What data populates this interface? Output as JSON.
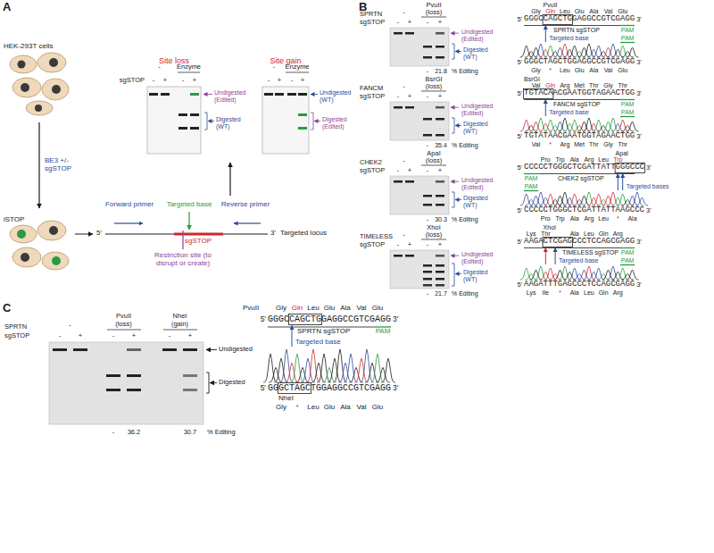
{
  "diagram": {
    "nodes": [
      {
        "text": [
          "HEK-293T cells"
        ]
      },
      {
        "text": [
          "iSTOP"
        ]
      },
      {
        "text": [
          "Site loss"
        ]
      },
      {
        "text": [
          "Site gain"
        ]
      }
    ],
    "edges": [
      {
        "from": 0,
        "to": 1,
        "arrow": "to",
        "label": "BE3 +/- sgSTOP"
      }
    ],
    "labels": [
      "A",
      "-",
      "Enzyme",
      "sgSTOP",
      "-",
      "+",
      "-",
      "+",
      "Undigested (Edited)",
      "Digested (WT)",
      "-",
      "Enzyme",
      "-",
      "+",
      "-",
      "+",
      "Undigested (WT)",
      "Digested (Edited)",
      "Forward primer",
      "Targeted base",
      "Reverse primer",
      "5'",
      "sgSTOP",
      "3'",
      "Targeted locus",
      "Restriction site (to disrupt or create)",
      "B",
      "SPRTN",
      "sgSTOP",
      "-",
      "PvuII",
      "(loss)",
      "-",
      "+",
      "-",
      "+",
      "Undigested (Edited)",
      "Digested (WT)",
      "-",
      "21.8",
      "% Editing",
      "PvuII",
      "Gly",
      "Gln",
      "Leu",
      "Glu",
      "Ala",
      "Val",
      "Glu",
      "5'",
      "GGGCCAGCTGGAGGCCGTCGAGG",
      "3'",
      "SPRTN sgSTOP",
      "PAM",
      "Targeted base",
      "PAM",
      "5'",
      "GGGCTAGCTGGAGGCCGTCGAGG",
      "3'",
      "Gly",
      "*",
      "Leu",
      "Glu",
      "Ala",
      "Val",
      "Glu",
      "FANCM",
      "sgSTOP",
      "-",
      "BsrGI",
      "(loss)",
      "-",
      "+",
      "-",
      "+",
      "Undigested (Edited)",
      "Digested (WT)",
      "-",
      "35.4",
      "% Editing",
      "BsrGI",
      "Val",
      "Gln",
      "Arg",
      "Met",
      "Thr",
      "Gly",
      "Thr",
      "5'",
      "TGTACAACGAATGGTAGAACTGG",
      "3'",
      "FANCM sgSTOP",
      "PAM",
      "Targeted base",
      "PAM",
      "5'",
      "TGTATAACGAATGGTAGAACTGG",
      "3'",
      "Val",
      "*",
      "Arg",
      "Met",
      "Thr",
      "Gly",
      "Thr",
      "CHEK2",
      "sgSTOP",
      "-",
      "ApaI",
      "(loss)",
      "-",
      "+",
      "-",
      "+",
      "Undigested (Edited)",
      "Digested (WT)",
      "-",
      "30.3",
      "% Editing",
      "ApaI",
      "Pro",
      "Trp",
      "Ala",
      "Arg",
      "Leu",
      "Trp",
      "5'",
      "CCCCCTGGGCTCGATTATTGGGCCC",
      "3'",
      "CHEK2 sgSTOP",
      "PAM",
      "Targeted bases",
      "PAM",
      "5'",
      "CCCCCTGGGCTCGATTATTAAGCCC",
      "3'",
      "Pro",
      "Trp",
      "Ala",
      "Arg",
      "Leu",
      "*",
      "Ala",
      "TIMELESS",
      "sgSTOP",
      "-",
      "XhoI",
      "(loss)",
      "-",
      "+",
      "-",
      "+",
      "Undigested (Edited)",
      "Digested (WT)",
      "-",
      "21.7",
      "% Editing",
      "XhoI",
      "Lys",
      "Thr",
      "Ala",
      "Leu",
      "Gln",
      "Arg",
      "5'",
      "AAGACTCGAGCCCTCCAGCGAGG",
      "3'",
      "TIMELESS sgSTOP",
      "PAM",
      "Targeted base",
      "PAM",
      "5'",
      "AAGATTTGAGCCCTCCAGCGAGG",
      "3'",
      "Lys",
      "Ile",
      "*",
      "Ala",
      "Leu",
      "Gln",
      "Arg",
      "C",
      "SPRTN",
      "sgSTOP",
      "-",
      "PvuII",
      "(loss)",
      "NheI",
      "(gain)",
      "-",
      "+",
      "-",
      "+",
      "-",
      "+",
      "Undigested",
      "Digested",
      "-",
      "36.2",
      "30.7",
      "% Editing",
      "PvuII",
      "Gly",
      "Gln",
      "Leu",
      "Glu",
      "Ala",
      "Val",
      "Glu",
      "5'",
      "GGGCCAGCTGGAGGCCGTCGAGG",
      "3'",
      "SPRTN sgSTOP",
      "PAM",
      "Targeted base",
      "5'",
      "GGGCTAGCTGGAGGCCGTCGAGG",
      "3'",
      "NheI",
      "Gly",
      "*",
      "Leu",
      "Glu",
      "Ala",
      "Val",
      "Glu"
    ]
  }
}
